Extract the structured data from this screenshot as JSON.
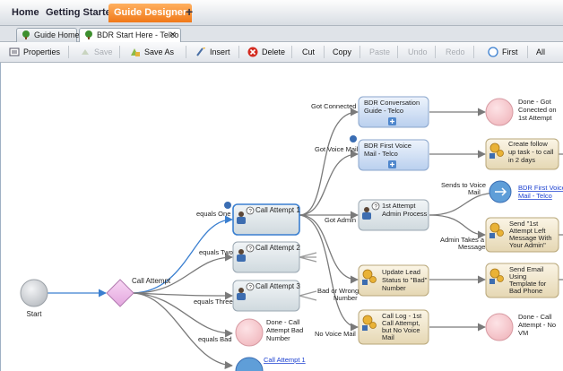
{
  "nav": {
    "home": "Home",
    "getting_started": "Getting Started",
    "guide_designer": "Guide Designer",
    "add": "+"
  },
  "tabs": {
    "guide_home": "Guide Home",
    "current": "BDR Start Here - Telco",
    "close": "✕"
  },
  "toolbar": {
    "properties": "Properties",
    "save": "Save",
    "save_as": "Save As",
    "insert": "Insert",
    "delete": "Delete",
    "cut": "Cut",
    "copy": "Copy",
    "paste": "Paste",
    "undo": "Undo",
    "redo": "Redo",
    "first": "First",
    "all": "All"
  },
  "flow": {
    "start": "Start",
    "decision_label": "Call Attempt",
    "nodes": {
      "call1": "Call Attempt 1",
      "call2": "Call Attempt 2",
      "call3": "Call Attempt 3",
      "done_bad_l1": "Done - Call",
      "done_bad_l2": "Attempt Bad",
      "done_bad_l3": "Number",
      "call_link": "Call Attempt 1",
      "conv_l1": "BDR Conversation",
      "conv_l2": "Guide - Telco",
      "done_connected_l1": "Done - Got",
      "done_connected_l2": "Conected on",
      "done_connected_l3": "1st Attempt",
      "vm_l1": "BDR First Voice",
      "vm_l2": "Mail - Telco",
      "followup_l1": "Create follow",
      "followup_l2": "up task - to call",
      "followup_l3": "in 2 days",
      "admin_l1": "1st Attempt",
      "admin_l2": "Admin Process",
      "vm_link_l1": "BDR First Voice",
      "vm_link_l2": "Mail - Telco",
      "send_l1": "Send \"1st",
      "send_l2": "Attempt Left",
      "send_l3": "Message With",
      "send_l4": "Your Admin\"",
      "update_l1": "Update Lead",
      "update_l2": "Status to \"Bad\"",
      "update_l3": "Number",
      "email_l1": "Send Email",
      "email_l2": "Using",
      "email_l3": "Template for",
      "email_l4": "Bad Phone",
      "log_l1": "Call Log - 1st",
      "log_l2": "Call Attempt,",
      "log_l3": "but No Voice",
      "log_l4": "Mail",
      "done_novm_l1": "Done - Call",
      "done_novm_l2": "Attempt - No",
      "done_novm_l3": "VM"
    },
    "edges": {
      "equals_one": "equals One",
      "equals_two": "equals Two",
      "equals_three": "equals Three",
      "equals_bad": "equals Bad",
      "got_connected": "Got Connected",
      "got_voice_mail": "Got Voice Mail",
      "got_admin": "Got Admin",
      "bad_wrong_l1": "Bad or Wrong",
      "bad_wrong_l2": "Number",
      "no_voice_mail": "No Voice Mail",
      "sends_vm_l1": "Sends to Voice",
      "sends_vm_l2": "Mail",
      "admin_takes_l1": "Admin Takes a",
      "admin_takes_l2": "Message"
    }
  },
  "colors": {
    "accent": "#f07818",
    "selected_border": "#3a7fd0",
    "flow_line": "#7a7a7a"
  }
}
